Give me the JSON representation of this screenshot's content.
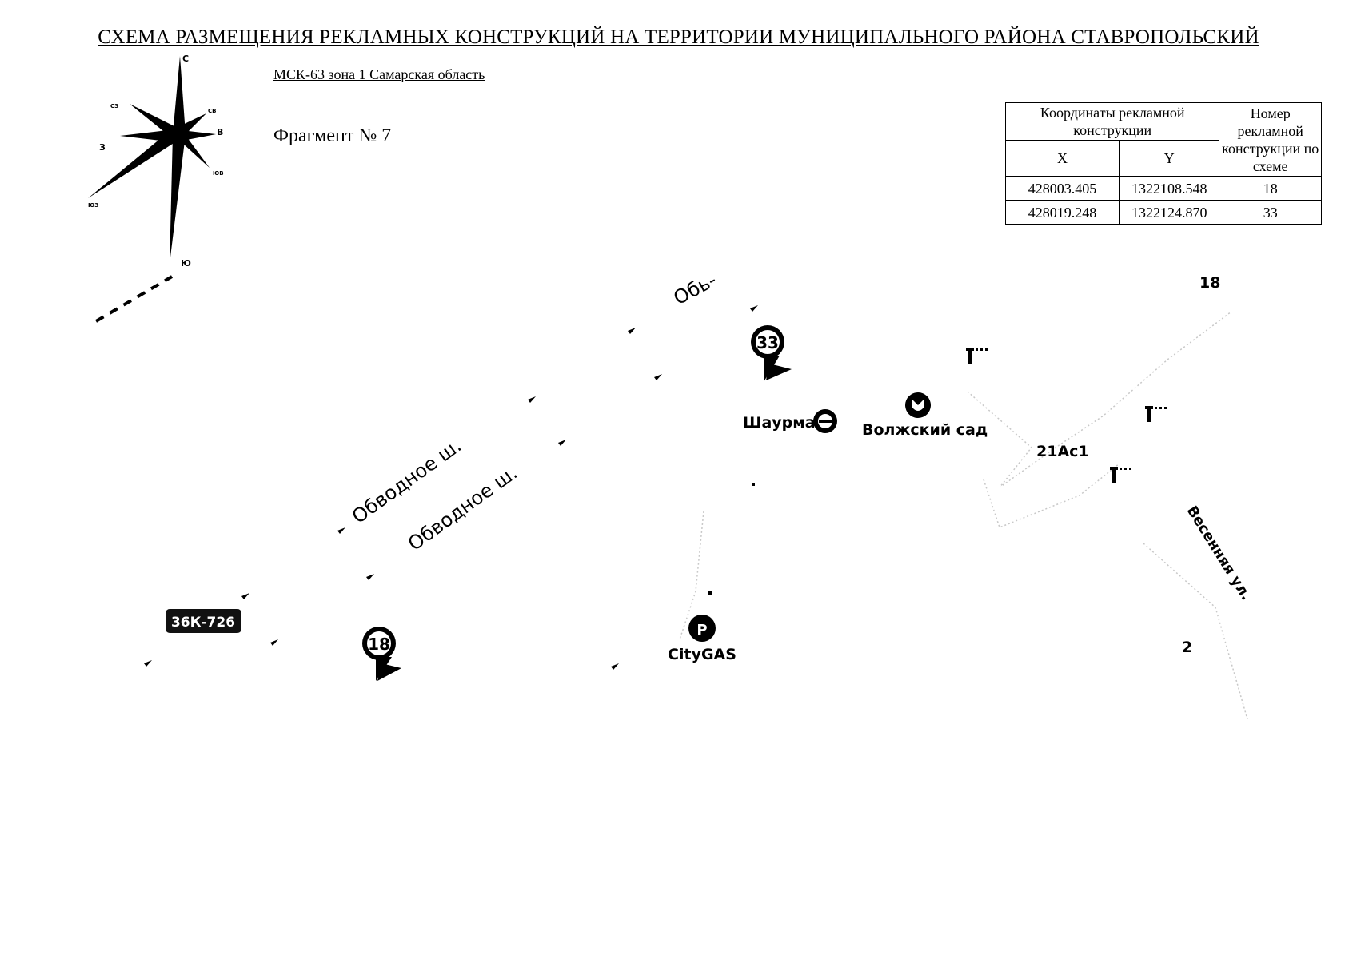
{
  "header": {
    "title": "СХЕМА РАЗМЕЩЕНИЯ РЕКЛАМНЫХ КОНСТРУКЦИЙ НА ТЕРРИТОРИИ МУНИЦИПАЛЬНОГО РАЙОНА СТАВРОПОЛЬСКИЙ",
    "crs": "МСК-63 зона 1 Самарская область",
    "fragment": "Фрагмент № 7"
  },
  "compass": {
    "n": "С",
    "s": "Ю",
    "w": "З",
    "e": "В",
    "nw": "СЗ",
    "ne": "СВ",
    "se": "ЮВ",
    "sw": "ЮЗ"
  },
  "table": {
    "coord_header": "Координаты рекламной конструкции",
    "x_header": "X",
    "y_header": "Y",
    "number_header": "Номер рекламной конструкции по схеме",
    "rows": [
      {
        "x": "428003.405",
        "y": "1322108.548",
        "num": "18"
      },
      {
        "x": "428019.248",
        "y": "1322124.870",
        "num": "33"
      }
    ]
  },
  "map": {
    "road_label_1": "Обводное ш.",
    "road_label_2": "Обводное ш.",
    "road_label_top": "Обь-",
    "road_badge": "36К-726",
    "marker_33": "33",
    "marker_18": "18",
    "poi_shaurma": "Шаурма",
    "poi_volzhsky": "Волжский сад",
    "poi_citygas": "CityGAS",
    "building_21ac1": "21Ас1",
    "street_vesennyaya": "Весенняя ул.",
    "house_18": "18",
    "house_2": "2"
  },
  "colors": {
    "ink": "#000000",
    "badge": "#111111",
    "faint": "#c8c8c8"
  }
}
